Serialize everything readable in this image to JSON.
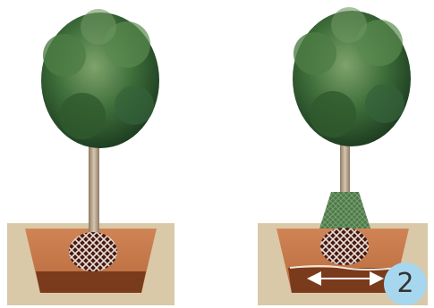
{
  "illustration": {
    "scenes": [
      {
        "name": "tree-in-pit-before",
        "icon": "olive-tree-rootball-icon"
      },
      {
        "name": "tree-in-pit-after",
        "icon": "olive-tree-trunk-guard-icon"
      }
    ],
    "step_number": "2",
    "colors": {
      "soil_light": "#c97a4c",
      "soil_dark": "#7a3a1c",
      "ground": "#d9c9a8",
      "foliage": "#3e6e3a",
      "trunk": "#b9a58c",
      "trunk_guard": "#4e7a4a",
      "badge": "#a7d7ee"
    }
  }
}
